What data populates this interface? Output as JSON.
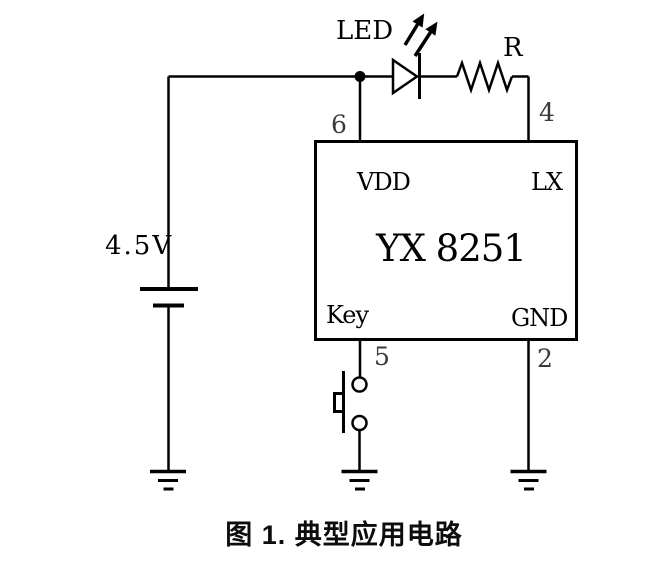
{
  "figure": {
    "caption": "图 1. 典型应用电路"
  },
  "chip": {
    "name": "YX 8251",
    "pins": [
      {
        "number": "6",
        "name": "VDD",
        "side": "top-left"
      },
      {
        "number": "4",
        "name": "LX",
        "side": "top-right"
      },
      {
        "number": "5",
        "name": "Key",
        "side": "bottom-left"
      },
      {
        "number": "2",
        "name": "GND",
        "side": "bottom-right"
      }
    ]
  },
  "components": {
    "battery": {
      "label": "4.5V",
      "type": "voltage-source"
    },
    "led": {
      "label": "LED",
      "type": "light-emitting-diode"
    },
    "resistor": {
      "label": "R",
      "type": "resistor"
    },
    "switch": {
      "type": "push-button"
    },
    "grounds": {
      "count": 3
    }
  },
  "colors": {
    "line": "#000000",
    "background": "#ffffff",
    "text": "#000000"
  }
}
